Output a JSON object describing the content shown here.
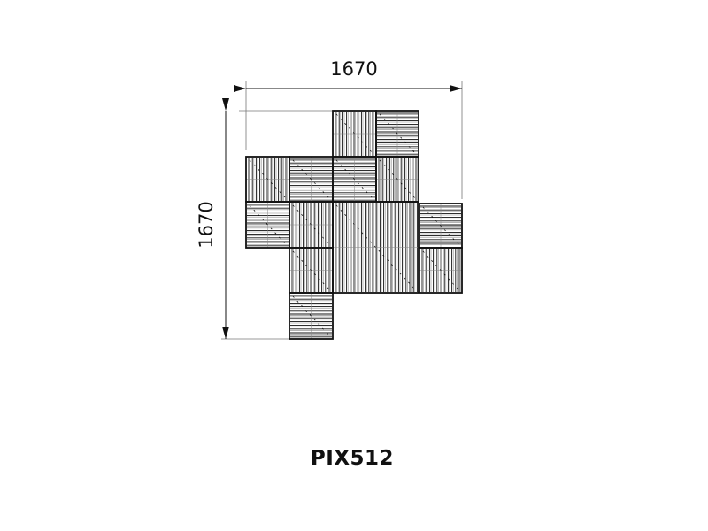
{
  "title": "PIX512",
  "dimensions": {
    "width_label": "1670",
    "height_label": "1670"
  },
  "tiles": [
    {
      "name": "tile-top-left",
      "dir": "v"
    },
    {
      "name": "tile-top-right",
      "dir": "h"
    },
    {
      "name": "tile-r2-c1",
      "dir": "v"
    },
    {
      "name": "tile-r2-c2",
      "dir": "h"
    },
    {
      "name": "tile-r2-c3",
      "dir": "h"
    },
    {
      "name": "tile-r2-c4",
      "dir": "v"
    },
    {
      "name": "tile-r3-c1",
      "dir": "h"
    },
    {
      "name": "tile-r3-c2",
      "dir": "v"
    },
    {
      "name": "tile-large-center",
      "dir": "v"
    },
    {
      "name": "tile-right-upper",
      "dir": "h"
    },
    {
      "name": "tile-right-lower",
      "dir": "v"
    },
    {
      "name": "tile-r4-c2",
      "dir": "v"
    },
    {
      "name": "tile-r5-c2",
      "dir": "h"
    }
  ],
  "colors": {
    "line": "#111111",
    "dim": "#555555",
    "slat": "#888888"
  }
}
